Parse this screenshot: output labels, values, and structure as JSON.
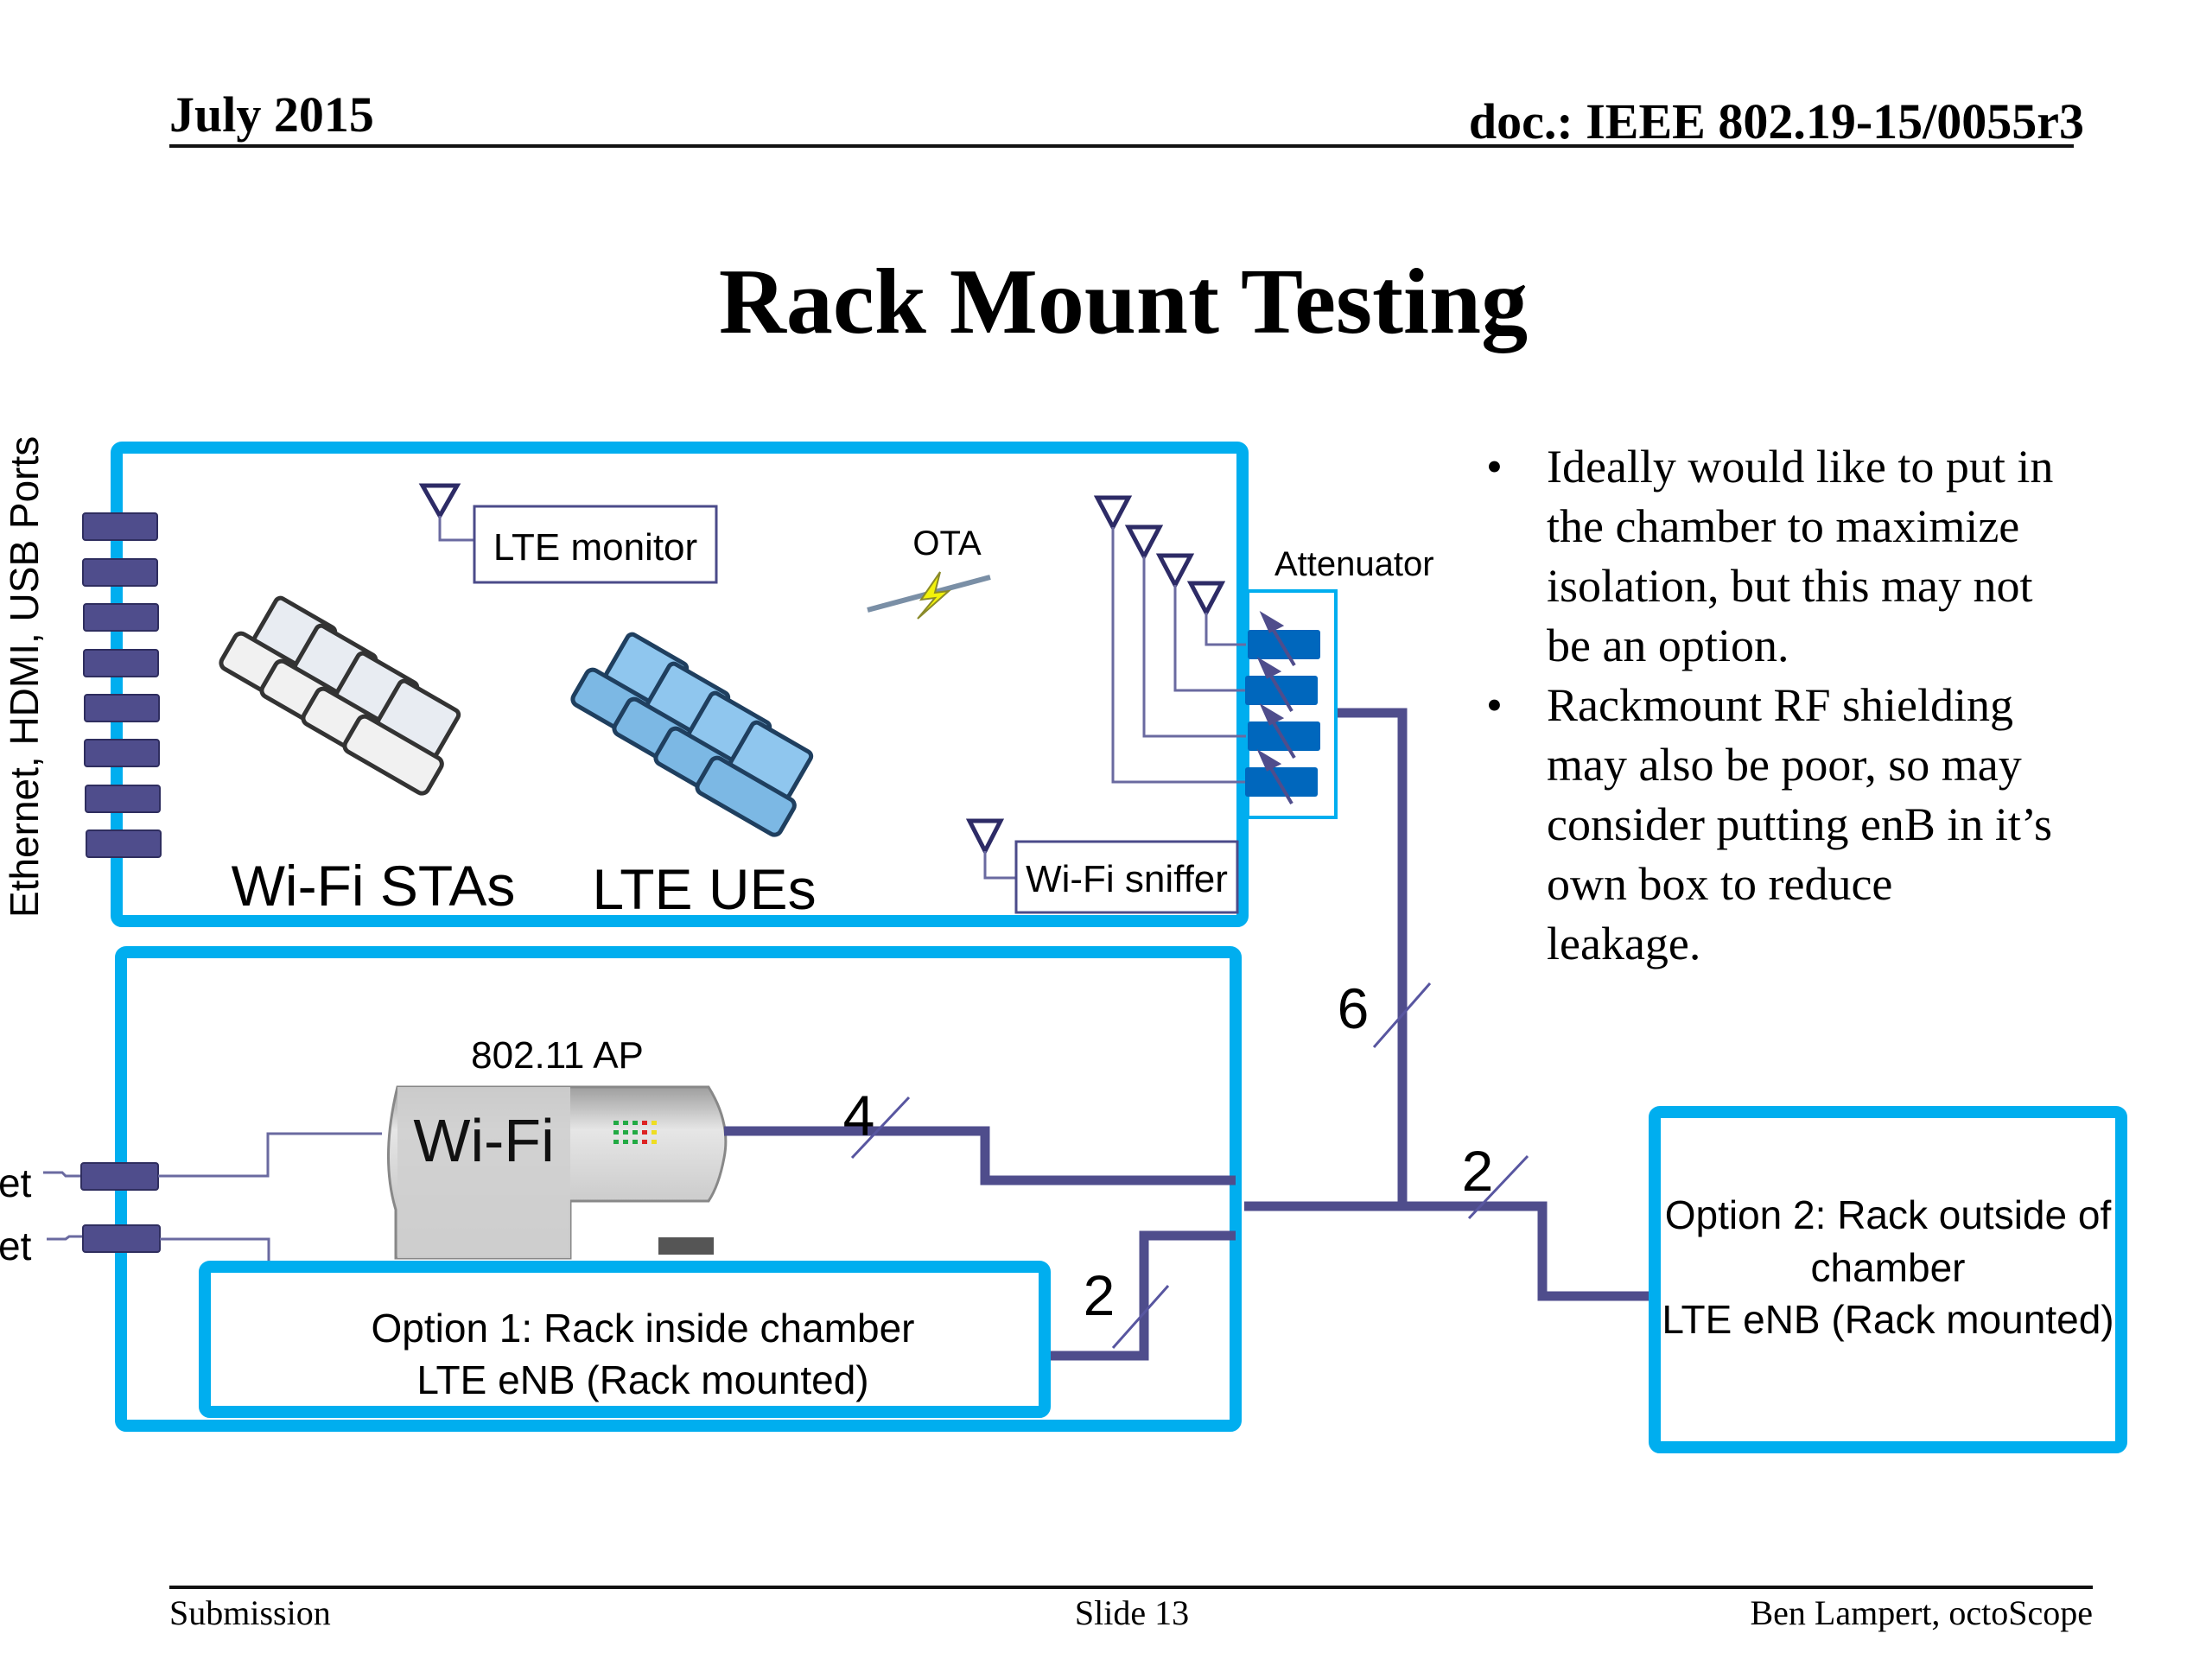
{
  "header": {
    "date": "July 2015",
    "doc_id": "doc.: IEEE 802.19-15/0055r3"
  },
  "title": "Rack Mount Testing",
  "diagram": {
    "ports_label": "Ethernet, HDMI, USB Ports",
    "lte_monitor": "LTE monitor",
    "ota": "OTA",
    "attenuator": "Attenuator",
    "wifi_stas": "Wi-Fi STAs",
    "lte_ues": "LTE UEs",
    "wifi_sniffer": "Wi-Fi sniffer",
    "ap_label": "802.11 AP",
    "ap_brand": "Wi-Fi",
    "ethernet_partial_1": "et",
    "ethernet_partial_2": "et",
    "option1_line1": "Option 1: Rack inside chamber",
    "option1_line2": "LTE eNB (Rack mounted)",
    "option2_line1": "Option 2: Rack outside of",
    "option2_line2": "chamber",
    "option2_line3": "LTE eNB (Rack mounted)",
    "bus_counts": {
      "ap_to_junction": "4",
      "option1_to_junction": "2",
      "attenuator_to_junction": "6",
      "junction_to_option2": "2"
    },
    "colors": {
      "chamber_border": "#00aeef",
      "wire": "#4f4d8c",
      "attenuator": "#0067bd"
    }
  },
  "bullets": [
    {
      "lines": [
        "Ideally would like to put in",
        "the chamber to maximize",
        "isolation, but this may not",
        "be an option."
      ]
    },
    {
      "lines": [
        "Rackmount RF shielding",
        "may also be poor, so may",
        "consider putting enB in it’s",
        "own box to reduce",
        "leakage."
      ]
    }
  ],
  "footer": {
    "left": "Submission",
    "center": "Slide 13",
    "right": "Ben Lampert, octoScope"
  }
}
